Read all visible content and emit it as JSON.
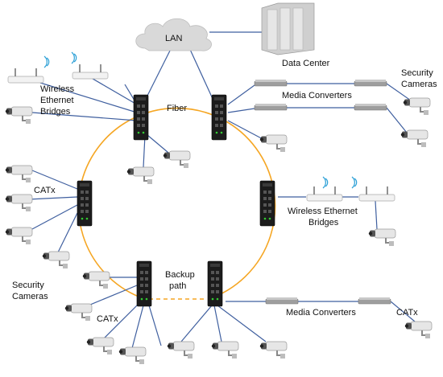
{
  "labels": {
    "lan": "LAN",
    "data_center": "Data Center",
    "fiber": "Fiber",
    "wireless_bridges_left": [
      "Wireless",
      "Ethernet",
      "Bridges"
    ],
    "media_converters_top": "Media Converters",
    "security_cameras_top": [
      "Security",
      "Cameras"
    ],
    "catx_left": "CATx",
    "wireless_bridges_right": [
      "Wireless Ethernet",
      "Bridges"
    ],
    "security_cameras_left": [
      "Security",
      "Cameras"
    ],
    "backup_path": [
      "Backup",
      "path"
    ],
    "catx_bottom_left": "CATx",
    "media_converters_bottom": "Media Converters",
    "catx_bottom_right": "CATx"
  },
  "colors": {
    "ring": "#f5a623",
    "link": "#3f5f9f",
    "switch": "#1c1c1c",
    "cloud": "#d9d9d9",
    "server": "#cfcfcf"
  }
}
